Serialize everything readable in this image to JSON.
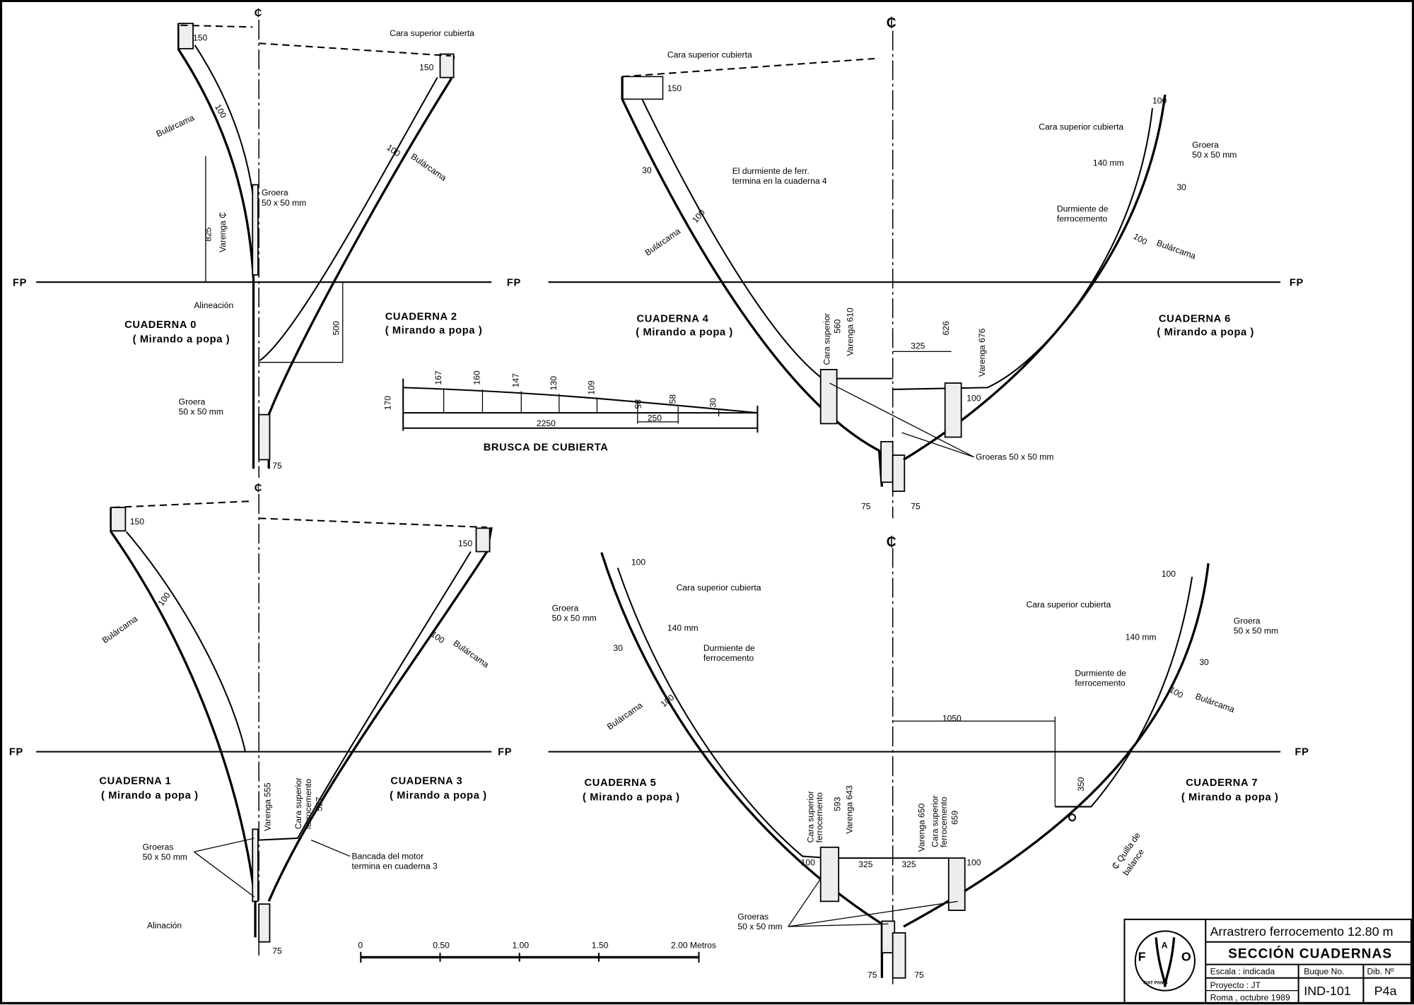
{
  "drawing": {
    "fp_label": "FP",
    "centerline_symbol": "₵",
    "frames": [
      {
        "name": "CUADERNA 0",
        "sub": "( Mirando a popa )"
      },
      {
        "name": "CUADERNA 2",
        "sub": "( Mirando a popa )"
      },
      {
        "name": "CUADERNA 4",
        "sub": "( Mirando a popa )"
      },
      {
        "name": "CUADERNA 6",
        "sub": "( Mirando a popa )"
      },
      {
        "name": "CUADERNA 1",
        "sub": "( Mirando a popa )"
      },
      {
        "name": "CUADERNA 3",
        "sub": "( Mirando a popa )"
      },
      {
        "name": "CUADERNA 5",
        "sub": "( Mirando a popa )"
      },
      {
        "name": "CUADERNA 7",
        "sub": "( Mirando a popa )"
      }
    ],
    "labels": {
      "cara_superior_cubierta": "Cara superior cubierta",
      "bularcama": "Bulárcama",
      "groera": "Groera",
      "groera_size": "50 x 50 mm",
      "groeras": "Groeras",
      "groeras_5050": "Groeras  50 x 50 mm",
      "alineacion": "Alineación",
      "alinacion": "Alinación",
      "varenga_cl": "Varenga ₵",
      "durmiente_ferr_1": "El durmiente de ferr.",
      "durmiente_ferr_2": "termina en la cuaderna 4",
      "durmiente_de": "Durmiente de",
      "ferrocemento": "ferrocemento",
      "cara_superior": "Cara superior",
      "bancada_1": "Bancada del motor",
      "bancada_2": "termina en cuaderna 3",
      "quilla_1": "₵ Quilla de",
      "quilla_2": "balance",
      "varenga_555": "Varenga 555",
      "varenga_610": "Varenga 610",
      "varenga_643": "Varenga 643",
      "varenga_650": "Varenga 650",
      "varenga_676": "Varenga 676",
      "mm140": "140 mm"
    },
    "dims": {
      "d150": "150",
      "d100": "100",
      "d30": "30",
      "d825": "825",
      "d500": "500",
      "d75": "75",
      "d560": "560",
      "d626": "626",
      "d325": "325",
      "d527": "527",
      "d593": "593",
      "d659": "659",
      "d1050": "1050",
      "d350": "350"
    },
    "brusca": {
      "title": "BRUSCA DE CUBIERTA",
      "values": [
        "167",
        "160",
        "147",
        "130",
        "109",
        "85",
        "58",
        "30"
      ],
      "height": "170",
      "total": "2250",
      "spacing": "250"
    },
    "scale_bar": {
      "ticks": [
        "0",
        "0.50",
        "1.00",
        "1.50",
        "2.00 Metros"
      ]
    }
  },
  "title_block": {
    "logo_letters": [
      "F",
      "A",
      "O"
    ],
    "logo_motto": "FIAT PANIS",
    "vessel": "Arrastrero ferrocemento 12.80 m",
    "title": "SECCIÓN CUADERNAS",
    "escala": "Escala :  indicada",
    "proyecto": "Proyecto :  JT",
    "lugar_fecha": "Roma , octubre 1989",
    "buque_label": "Buque  No.",
    "buque_value": "IND-101",
    "dib_label": "Dib. Nº",
    "dib_value": "P4a"
  }
}
